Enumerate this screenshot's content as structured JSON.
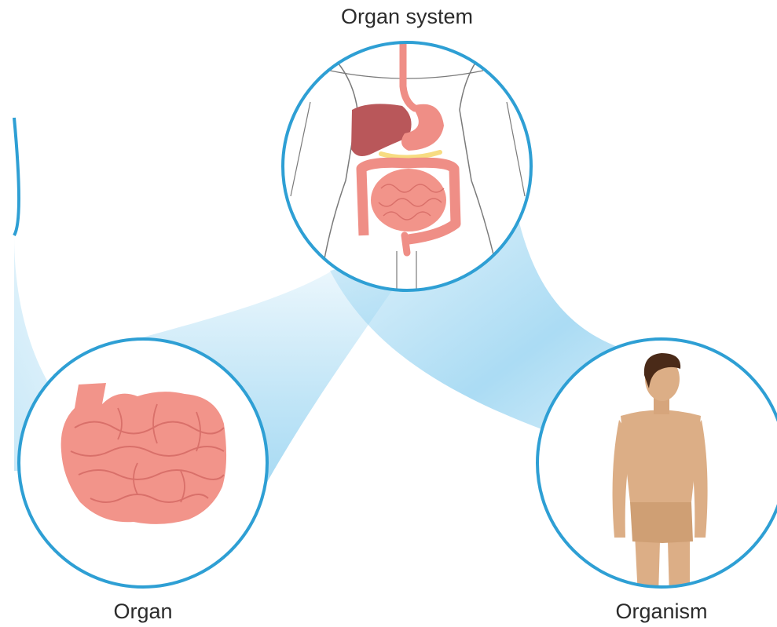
{
  "labels": {
    "organ_system": "Organ system",
    "organ": "Organ",
    "organism": "Organism"
  },
  "colors": {
    "circle_stroke": "#2e9fd4",
    "beam": "#8fd0f0",
    "intestine": "#f2948a",
    "intestine_fold": "#d9706a",
    "liver": "#b9575a",
    "stomach": "#ef8e86",
    "pancreas": "#f7dc82",
    "skin": "#dcae86",
    "hair": "#4a2a18",
    "body_outline": "#7a7a7a"
  },
  "icons": [
    "digestive-system-icon",
    "small-intestine-icon",
    "human-figure-icon"
  ]
}
